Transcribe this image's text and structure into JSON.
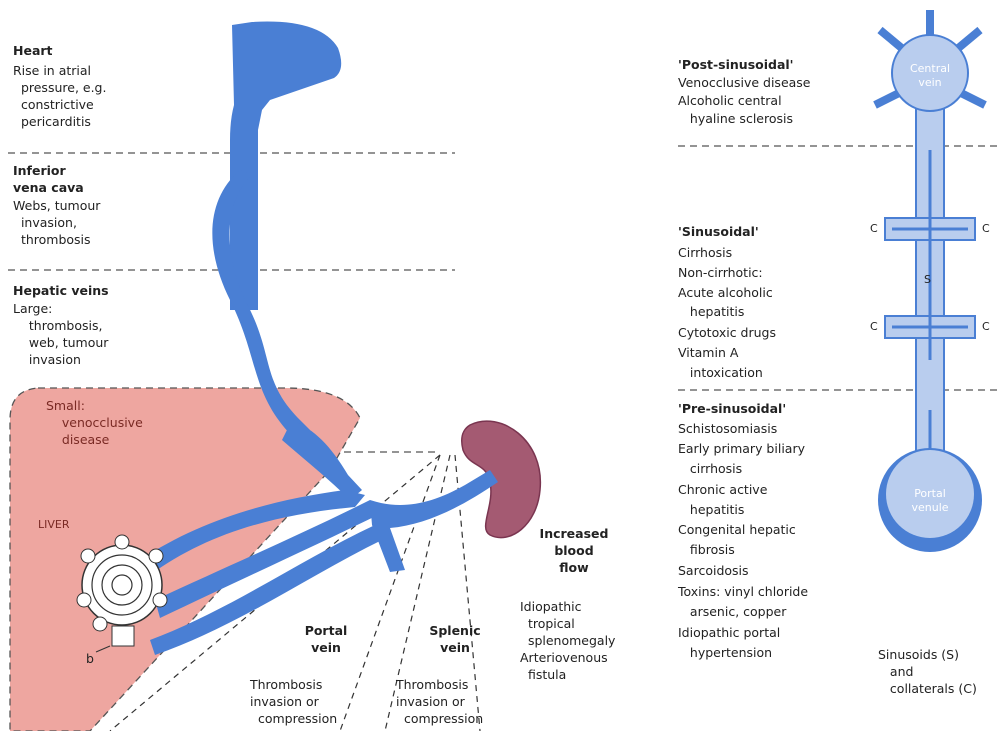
{
  "colors": {
    "vein": "#4a7fd4",
    "vein_light": "#b9cdee",
    "liver": "#eea6a0",
    "spleen": "#a45a72",
    "divider": "#555555"
  },
  "left": {
    "heart": {
      "title": "Heart",
      "lines": [
        "Rise in atrial",
        "  pressure, e.g.",
        "  constrictive",
        "  pericarditis"
      ]
    },
    "ivc": {
      "title": [
        "Inferior",
        "vena cava"
      ],
      "lines": [
        "Webs, tumour",
        "  invasion,",
        "  thrombosis"
      ]
    },
    "hepatic": {
      "title": "Hepatic veins",
      "lines": [
        "Large:",
        "    thrombosis,",
        "    web, tumour",
        "    invasion"
      ]
    },
    "small": {
      "lines": [
        "Small:",
        "    venocclusive",
        "    disease"
      ]
    },
    "liver_label": "LIVER",
    "b_label": "b",
    "portal_vein": {
      "title": [
        "Portal",
        "vein"
      ],
      "lines": [
        "Thrombosis",
        "invasion or",
        "  compression"
      ]
    },
    "splenic_vein": {
      "title": [
        "Splenic",
        "vein"
      ],
      "lines": [
        "Thrombosis",
        "invasion or",
        "  compression"
      ]
    },
    "increased": {
      "title": [
        "Increased",
        "blood",
        "flow"
      ],
      "lines": [
        "Idiopathic",
        "  tropical",
        "  splenomegaly",
        "Arteriovenous",
        "  fistula"
      ]
    }
  },
  "right": {
    "post": {
      "title": "'Post-sinusoidal'",
      "lines": [
        "Venocclusive disease",
        "Alcoholic central",
        "   hyaline sclerosis"
      ]
    },
    "sinusoidal": {
      "title": "'Sinusoidal'",
      "lines": [
        "Cirrhosis",
        "Non-cirrhotic:",
        "Acute alcoholic",
        "   hepatitis",
        "Cytotoxic drugs",
        "Vitamin A",
        "   intoxication"
      ]
    },
    "pre": {
      "title": "'Pre-sinusoidal'",
      "lines": [
        "Schistosomiasis",
        "Early primary biliary",
        "   cirrhosis",
        "Chronic active",
        "   hepatitis",
        "Congenital hepatic",
        "   fibrosis",
        "Sarcoidosis",
        "Toxins: vinyl chloride",
        "   arsenic, copper",
        "Idiopathic portal",
        "   hypertension"
      ]
    },
    "central_vein": [
      "Central",
      "vein"
    ],
    "portal_venule": [
      "Portal",
      "venule"
    ],
    "c_label": "C",
    "s_label": "S",
    "legend": [
      "Sinusoids (S)",
      "   and",
      "   collaterals (C)"
    ]
  }
}
